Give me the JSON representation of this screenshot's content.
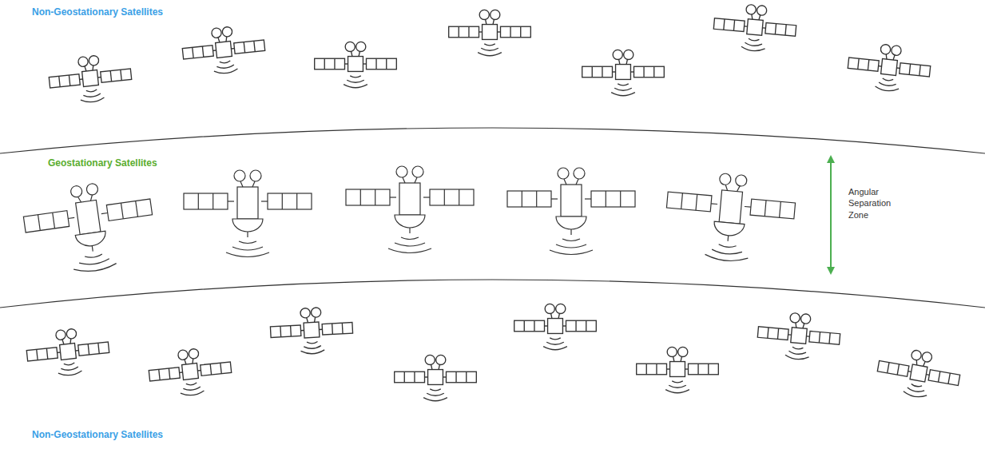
{
  "diagram": {
    "nodes": [
      {
        "text": [
          "Geostationary Satellites",
          "Angular Separation Zone"
        ]
      }
    ],
    "labels": [
      "Non-Geostationary Satellites",
      "Non-Geostationary Satellites"
    ]
  }
}
